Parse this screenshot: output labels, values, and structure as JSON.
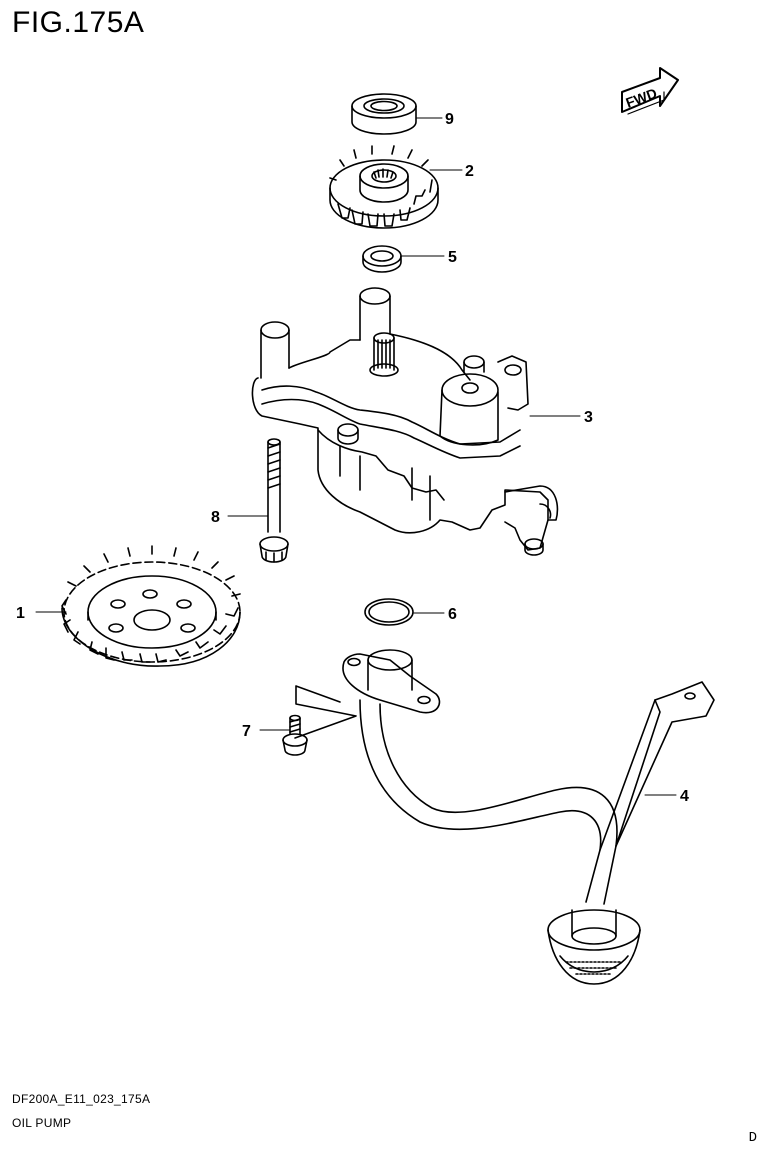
{
  "figure": {
    "title": "FIG.175A",
    "code": "DF200A_E11_023_175A",
    "name": "OIL PUMP",
    "corner_letter": "D",
    "fwd_label": "FWD"
  },
  "callouts": [
    {
      "id": "1",
      "label": "1"
    },
    {
      "id": "2",
      "label": "2"
    },
    {
      "id": "3",
      "label": "3"
    },
    {
      "id": "4",
      "label": "4"
    },
    {
      "id": "5",
      "label": "5"
    },
    {
      "id": "6",
      "label": "6"
    },
    {
      "id": "7",
      "label": "7"
    },
    {
      "id": "8",
      "label": "8"
    },
    {
      "id": "9",
      "label": "9"
    }
  ]
}
